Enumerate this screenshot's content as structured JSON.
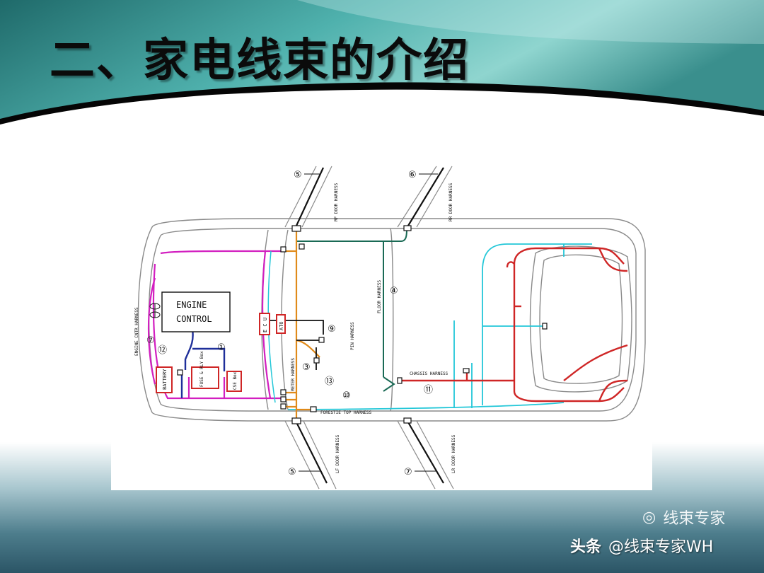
{
  "slide": {
    "title": "二、家电线束的介绍"
  },
  "diagram": {
    "engine_control": [
      "ENGINE",
      "CONTROL"
    ],
    "circled_numbers": [
      "⑤",
      "⑥",
      "④",
      "⑦",
      "⑫",
      "①",
      "⑨",
      "③",
      "⑬",
      "⑩",
      "⑪",
      "⑤",
      "⑦"
    ],
    "harness_labels": {
      "rf_door": "RF DOOR HARNESS",
      "rr_door": "RR DOOR HARNESS",
      "lf_door": "LF DOOR HARNESS",
      "lr_door": "LR DOOR HARNESS",
      "floor": "FLOOR HARNESS",
      "engine_cntr": "ENGINE CNTR HARNESS",
      "meter": "METER HARNESS",
      "chassis": "CHASSIS HARNESS",
      "forestie": "FORESTIE TOP HARNESS",
      "pin_harness": "PIN HARNESS"
    },
    "component_labels": {
      "battery": "BATTERY",
      "fuse_box": "FUSE & RLY Box",
      "ecu": "E C U",
      "ato": "ATO",
      "cse": "CSE Box"
    },
    "colors": {
      "engine_harness": "#d21fc0",
      "main_power": "#1f2f9a",
      "meter_harness": "#e08a1a",
      "floor_harness": "#1a6a55",
      "forestie_harness": "#23c7d8",
      "chassis_harness": "#cf2626",
      "door_harness": "#111111",
      "body_outline": "#8a8a8a"
    }
  },
  "watermark": {
    "logo": "头条",
    "handle": "@线束专家WH",
    "ghost_text": "线束专家"
  }
}
